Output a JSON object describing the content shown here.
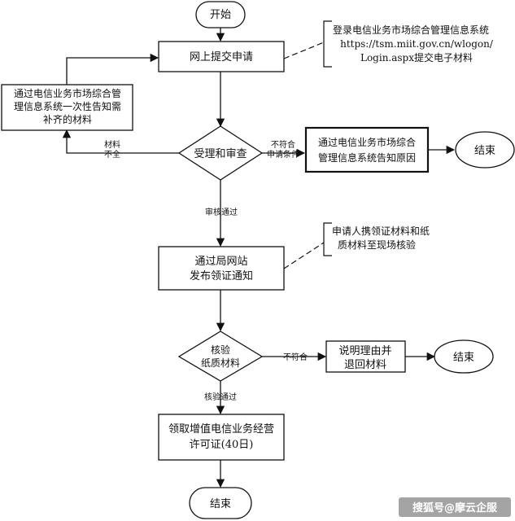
{
  "nodes": {
    "start": "开始",
    "submit": "网上提交申请",
    "note_login": [
      "登录电信业务市场综合管理信息系统",
      "https://tsm.miit.gov.cn/wlogon/",
      "Login.aspx提交电子材料"
    ],
    "supplement": [
      "通过电信业务市场综合管",
      "理信息系统一次性告知需",
      "补齐的材料"
    ],
    "review": "受理和审查",
    "reject_reason": [
      "通过电信业务市场综合",
      "管理信息系统告知原因"
    ],
    "end1": "结束",
    "publish": [
      "通过局网站",
      "发布领证通知"
    ],
    "note_bring": [
      "申请人携领证材料和纸",
      "质材料至现场核验"
    ],
    "verify": [
      "核验",
      "纸质材料"
    ],
    "explain": [
      "说明理由并",
      "退回材料"
    ],
    "end2": "结束",
    "license": [
      "领取增值电信业务经营",
      "许可证(40日)"
    ],
    "end3": "结束"
  },
  "edges": {
    "incomplete": [
      "材料",
      "不全"
    ],
    "not_meet": [
      "不符合",
      "申请条件"
    ],
    "approved": "审核通过",
    "mismatch": "不符合",
    "verified": "核验通过"
  },
  "watermark": "搜狐号@摩云企服"
}
